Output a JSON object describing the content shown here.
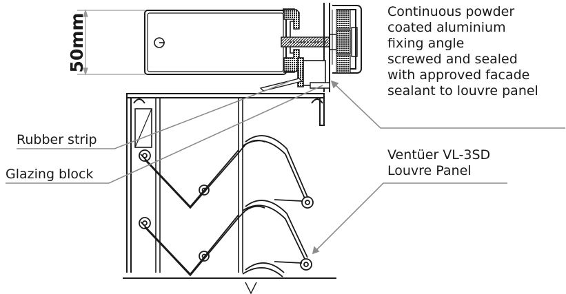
{
  "dimension": {
    "text": "50mm"
  },
  "labels": {
    "fixing_angle": [
      "Continuous powder",
      "coated aluminium",
      "fixing angle",
      "screwed and sealed",
      "with approved facade",
      "sealant to louvre panel"
    ],
    "rubber_strip": "Rubber strip",
    "glazing_block": "Glazing block",
    "louvre_panel": [
      "Ventüer VL-3SD",
      "Louvre Panel"
    ]
  },
  "colors": {
    "line": "#1a1a1a",
    "leader": "#8c8c8c",
    "dim_line": "#9a9a9a",
    "insulation": "#2a2a2a"
  }
}
